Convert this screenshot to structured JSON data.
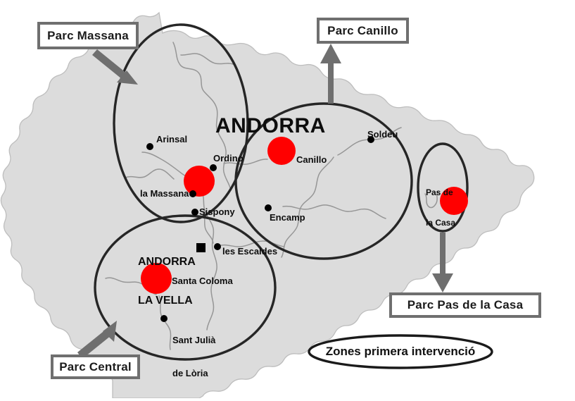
{
  "figure": {
    "title": "Andorra — Zones primera intervenció",
    "background_color": "#ffffff",
    "map_fill_color": "#dcdcdc",
    "map_outline_color": "#b4b4b4",
    "zone_circle_color": "#262626",
    "marker_color": "#ff0000",
    "callout_border_color": "#6f6f6f",
    "callout_fill_color": "#ffffff",
    "arrow_color": "#6f6f6f",
    "text_color": "#111111"
  },
  "callouts": [
    {
      "id": "massana",
      "label": "Parc Massana"
    },
    {
      "id": "canillo",
      "label": "Parc Canillo"
    },
    {
      "id": "pas_de_la_casa",
      "label": "Parc Pas de la Casa"
    },
    {
      "id": "central",
      "label": "Parc Central"
    }
  ],
  "legend": {
    "label": "Zones primera intervenció",
    "shape": "ellipse"
  },
  "map": {
    "country_label": "ANDORRA",
    "capital": {
      "name": "ANDORRA\nLA VELLA",
      "line1": "ANDORRA",
      "line2": "LA VELLA",
      "marker": "square"
    },
    "towns": [
      {
        "name": "Arinsal",
        "marker": "dot"
      },
      {
        "name": "Ordino",
        "marker": "dot"
      },
      {
        "name": "la Massana",
        "marker": "dot"
      },
      {
        "name": "Sispony",
        "marker": "dot"
      },
      {
        "name": "Encamp",
        "marker": "dot"
      },
      {
        "name": "Canillo",
        "marker": "dot"
      },
      {
        "name": "Soldeu",
        "marker": "dot"
      },
      {
        "name": "les Escaldes",
        "marker": "dot"
      },
      {
        "name": "Santa Coloma",
        "marker": "dot"
      },
      {
        "name": "Sant Julià\nde Lòria",
        "line1": "Sant Julià",
        "line2": "de Lòria",
        "marker": "dot"
      },
      {
        "name": "Pas de\nla Casa",
        "line1": "Pas de",
        "line2": "la Casa",
        "marker": "none"
      }
    ],
    "intervention_zones": [
      {
        "name": "Parc Massana",
        "shape": "ellipse",
        "marker_count": 1
      },
      {
        "name": "Parc Canillo",
        "shape": "ellipse",
        "marker_count": 1
      },
      {
        "name": "Parc Central",
        "shape": "ellipse",
        "marker_count": 1
      },
      {
        "name": "Parc Pas de la Casa",
        "shape": "ellipse",
        "marker_count": 1
      }
    ],
    "markers": [
      {
        "zone": "Parc Massana",
        "near": "la Massana / Ordino"
      },
      {
        "zone": "Parc Canillo",
        "near": "Canillo"
      },
      {
        "zone": "Parc Central",
        "near": "Santa Coloma"
      },
      {
        "zone": "Parc Pas de la Casa",
        "near": "Pas de la Casa"
      }
    ]
  }
}
